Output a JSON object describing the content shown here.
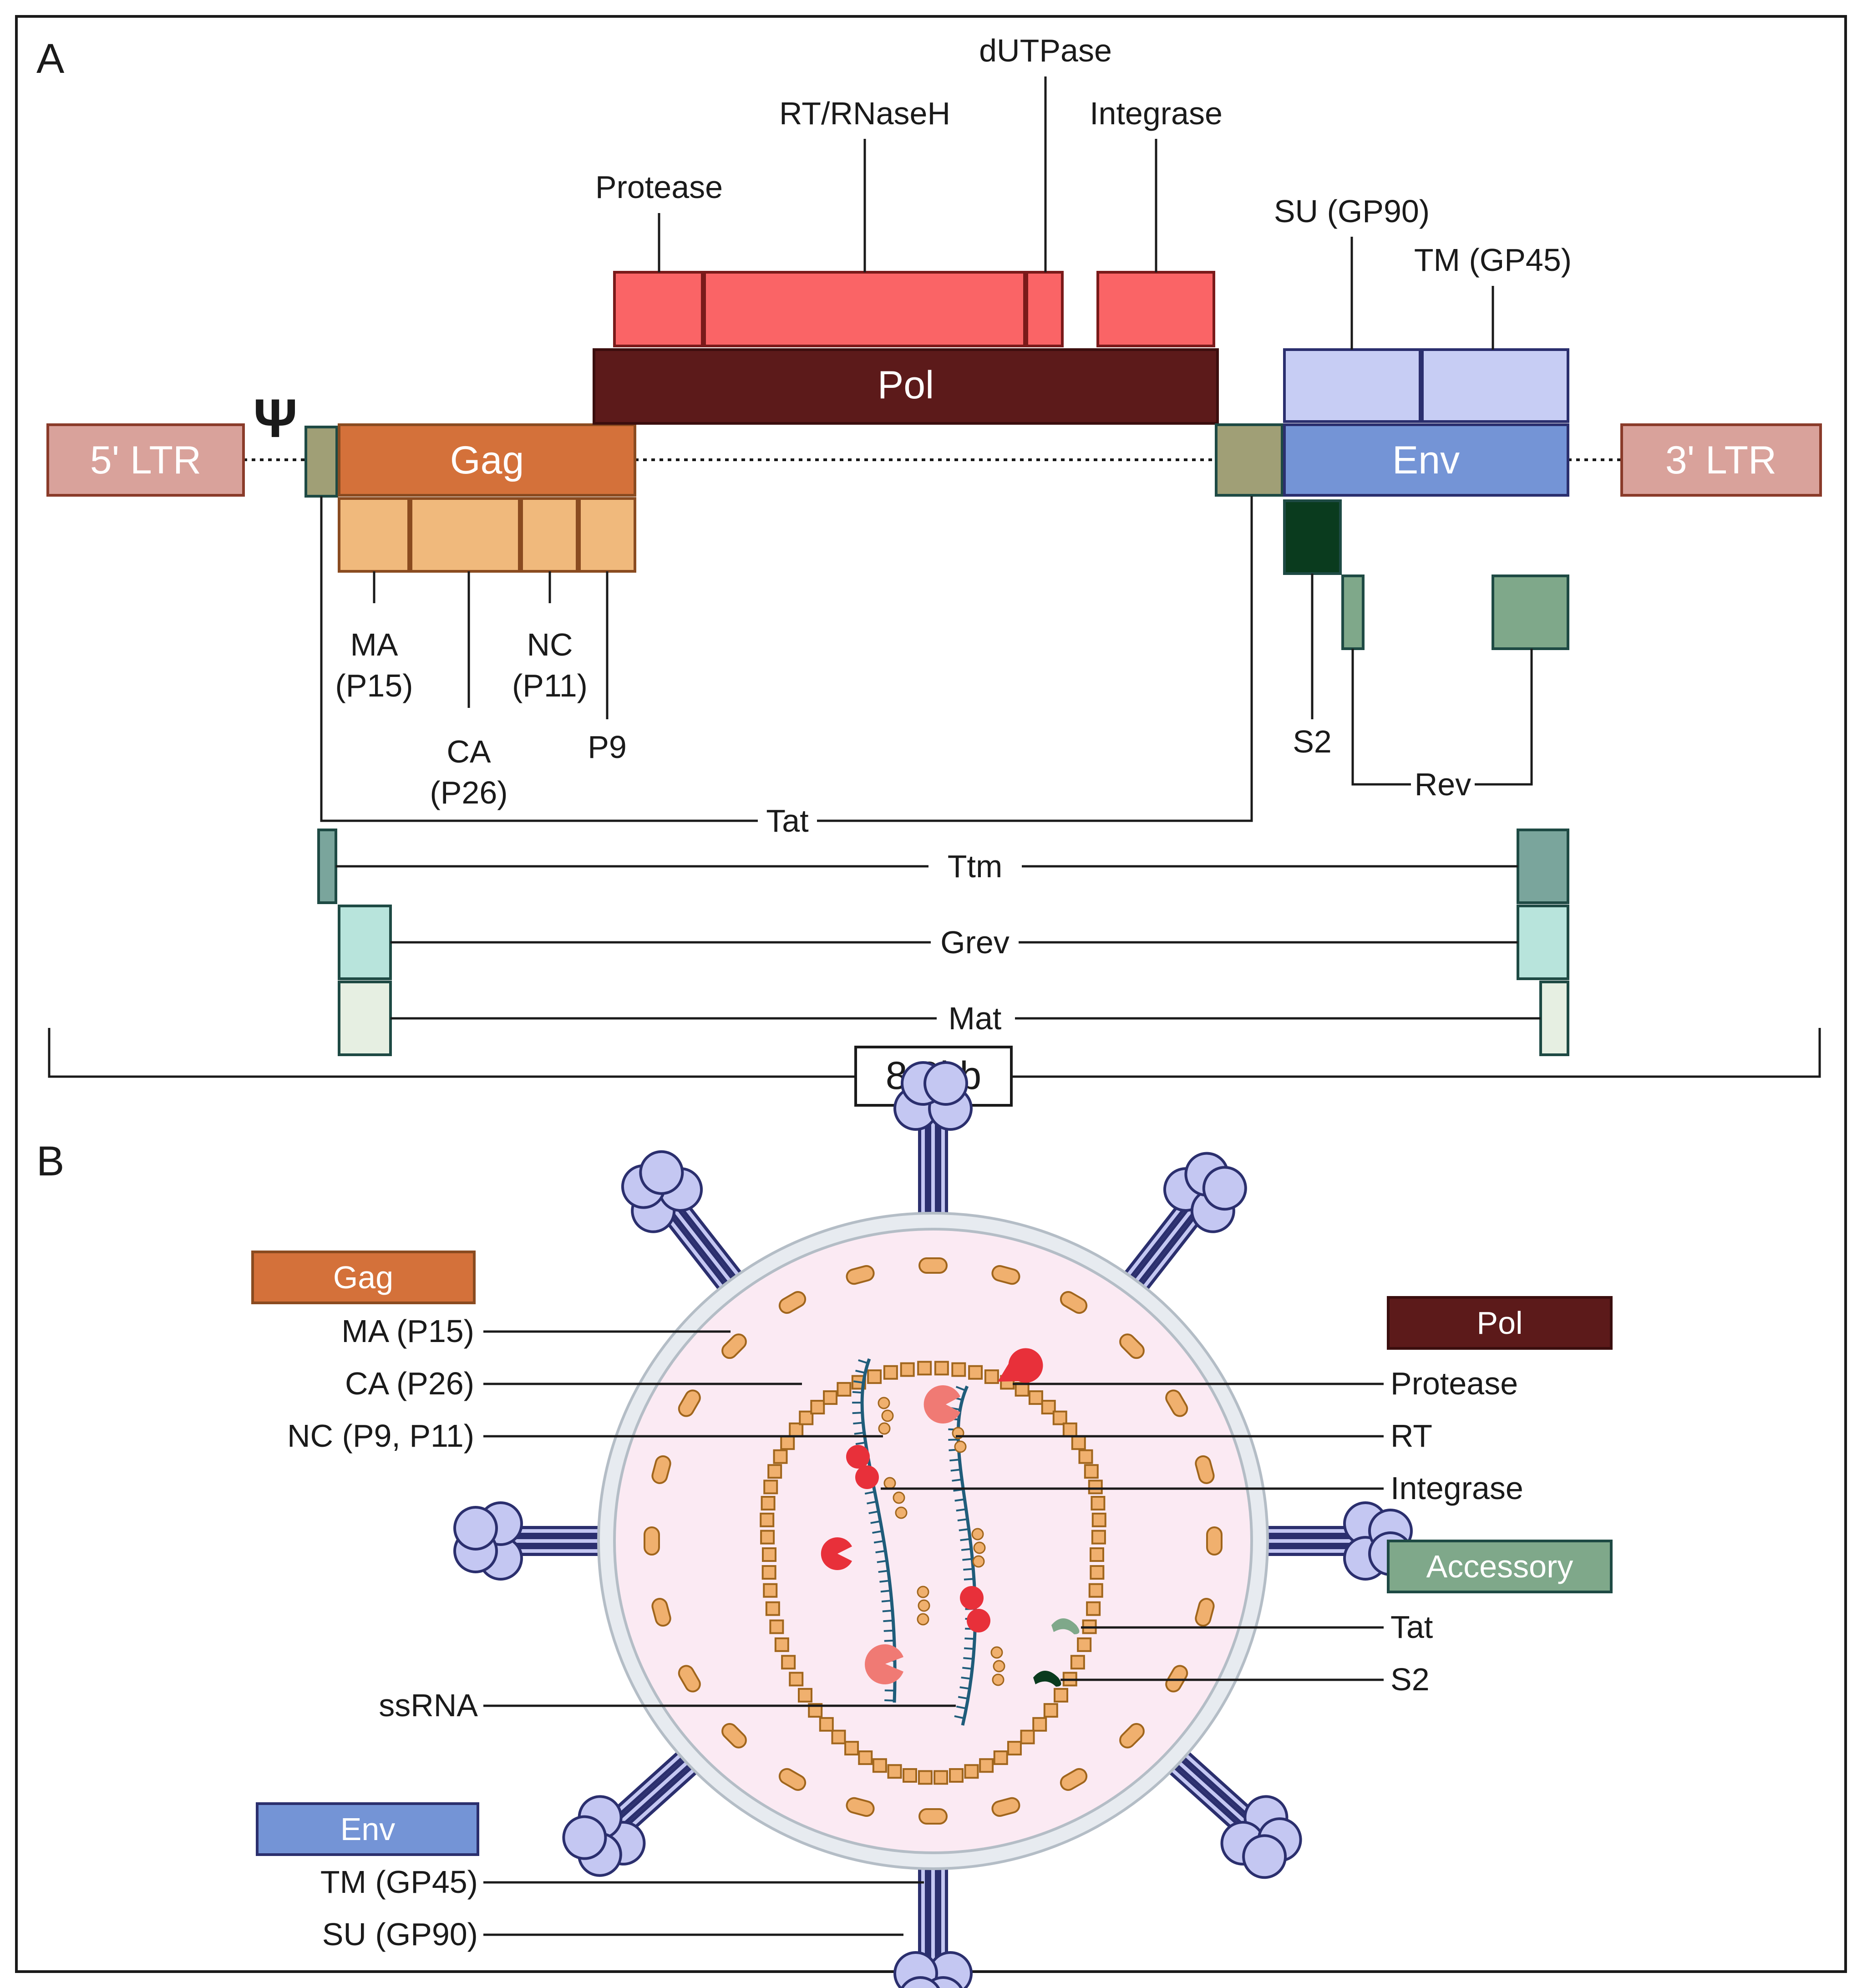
{
  "panels": {
    "a": "A",
    "b": "B"
  },
  "colors": {
    "ltr": "#d9a29b",
    "ltr_stroke": "#8a3b2a",
    "gag": "#d4713a",
    "gag_sub": "#f0b97c",
    "gag_stroke": "#8a4b20",
    "pol": "#5c1a1a",
    "pol_sub": "#fa6466",
    "pol_stroke": "#7a1a1a",
    "env": "#7494d6",
    "env_sub": "#c7cdf4",
    "env_stroke": "#2b2f6e",
    "psi_box": "#a09f76",
    "accessory": "#7fa88a",
    "s2": "#0a3b1e",
    "ttm": "#7aa59c",
    "grev": "#b8e4dc",
    "mat": "#e6efe2",
    "virion_fill": "#fbeaf3",
    "envelope": "#c9d1d9",
    "capsid": "#f0b06e",
    "rna": "#1f5c7a",
    "protein_red": "#e8303a",
    "spike": "#c4c7f2",
    "spike_stroke": "#2b2f6e"
  },
  "genome": {
    "ltr5": "5' LTR",
    "ltr3": "3' LTR",
    "psi": "Ψ",
    "gag": "Gag",
    "pol": "Pol",
    "env": "Env",
    "protease": "Protease",
    "rt_rnaseh": "RT/RNaseH",
    "dutpase": "dUTPase",
    "integrase": "Integrase",
    "su": "SU (GP90)",
    "tm": "TM (GP45)",
    "ma_line1": "MA",
    "ma_line2": "(P15)",
    "ca_line1": "CA",
    "ca_line2": "(P26)",
    "nc_line1": "NC",
    "nc_line2": "(P11)",
    "p9": "P9",
    "s2": "S2",
    "rev": "Rev",
    "tat": "Tat",
    "ttm": "Ttm",
    "grev": "Grev",
    "mat": "Mat",
    "length": "8.0kb"
  },
  "virion": {
    "gag_legend": "Gag",
    "ma": "MA (P15)",
    "ca": "CA (P26)",
    "nc": "NC (P9, P11)",
    "ssrna": "ssRNA",
    "env_legend": "Env",
    "tm": "TM (GP45)",
    "su": "SU (GP90)",
    "pol_legend": "Pol",
    "protease": "Protease",
    "rt": "RT",
    "integrase": "Integrase",
    "accessory_legend": "Accessory",
    "tat": "Tat",
    "s2": "S2"
  }
}
